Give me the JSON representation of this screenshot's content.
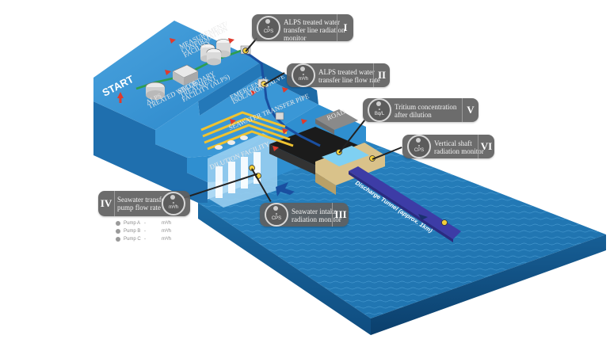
{
  "start_label": "START",
  "scene_labels": {
    "measurement_tanks": [
      "MEASUREMENT/",
      "CONFIRMATION",
      "FACILITY"
    ],
    "alps": [
      "ALPS",
      "TREATED WATER"
    ],
    "secondary_treatment": [
      "SECONDARY",
      "TREATMENT",
      "FACILITY (ALPS)"
    ],
    "emergency_valve": [
      "EMERGENCY",
      "ISOLATION VALVE"
    ],
    "seawater_pipes": "SEAWATER TRANSFER PIPE",
    "dilution": "DILUTION FACILITY",
    "road": "ROAD",
    "tunnel": "Discharge Tunnel (approx. 1km)"
  },
  "monitors": [
    {
      "id": "I",
      "title": [
        "ALPS treated water",
        "transfer line radiation",
        "monitor"
      ],
      "value": "-",
      "unit": "CPS"
    },
    {
      "id": "II",
      "title": [
        "ALPS treated water",
        "transfer line flow rate"
      ],
      "value": "-",
      "unit": "m³/h"
    },
    {
      "id": "III",
      "title": [
        "Seawater intake",
        "radiation monitor"
      ],
      "value": "-",
      "unit": "CPS"
    },
    {
      "id": "IV",
      "title": [
        "Seawater transfer",
        "pump flow rate"
      ],
      "value": "-",
      "unit": "m³/h"
    },
    {
      "id": "V",
      "title": [
        "Tritium concentration",
        "after dilution"
      ],
      "value": "-",
      "unit": "Bq/L"
    },
    {
      "id": "VI",
      "title": [
        "Vertical shaft",
        "radiation monitor"
      ],
      "value": "-",
      "unit": "CPS"
    }
  ],
  "pumps": [
    {
      "name": "Pump A",
      "value": "-",
      "unit": "m³/h"
    },
    {
      "name": "Pump B",
      "value": "-",
      "unit": "m³/h"
    },
    {
      "name": "Pump C",
      "value": "-",
      "unit": "m³/h"
    }
  ],
  "colors": {
    "sea_top": "#1d78b8",
    "land_top": "#2f8fd0",
    "land_side": "#1f6fae",
    "tunnel": "#3d3ca6",
    "callout_bg": "#5f5f5f",
    "arrow_red": "#e03a2c",
    "pipe_blue": "#1a4fa0",
    "pipe_yellow": "#f0c330"
  }
}
